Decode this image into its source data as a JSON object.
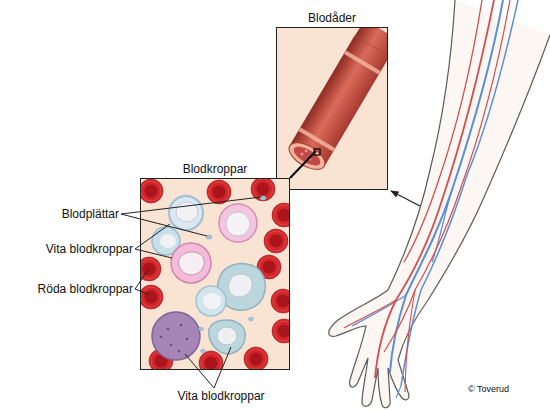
{
  "diagram": {
    "nodes": [
      {
        "text": [
          "Blodåder"
        ]
      },
      {
        "text": [
          "Blodkroppar"
        ]
      }
    ],
    "edges": [
      {
        "from": 0,
        "to": 1,
        "arrow": "none"
      }
    ],
    "labels": [
      "Blodplättar",
      "Vita blodkroppar",
      "Röda blodkroppar",
      "Vita blodkroppar",
      "© Toverud"
    ]
  }
}
